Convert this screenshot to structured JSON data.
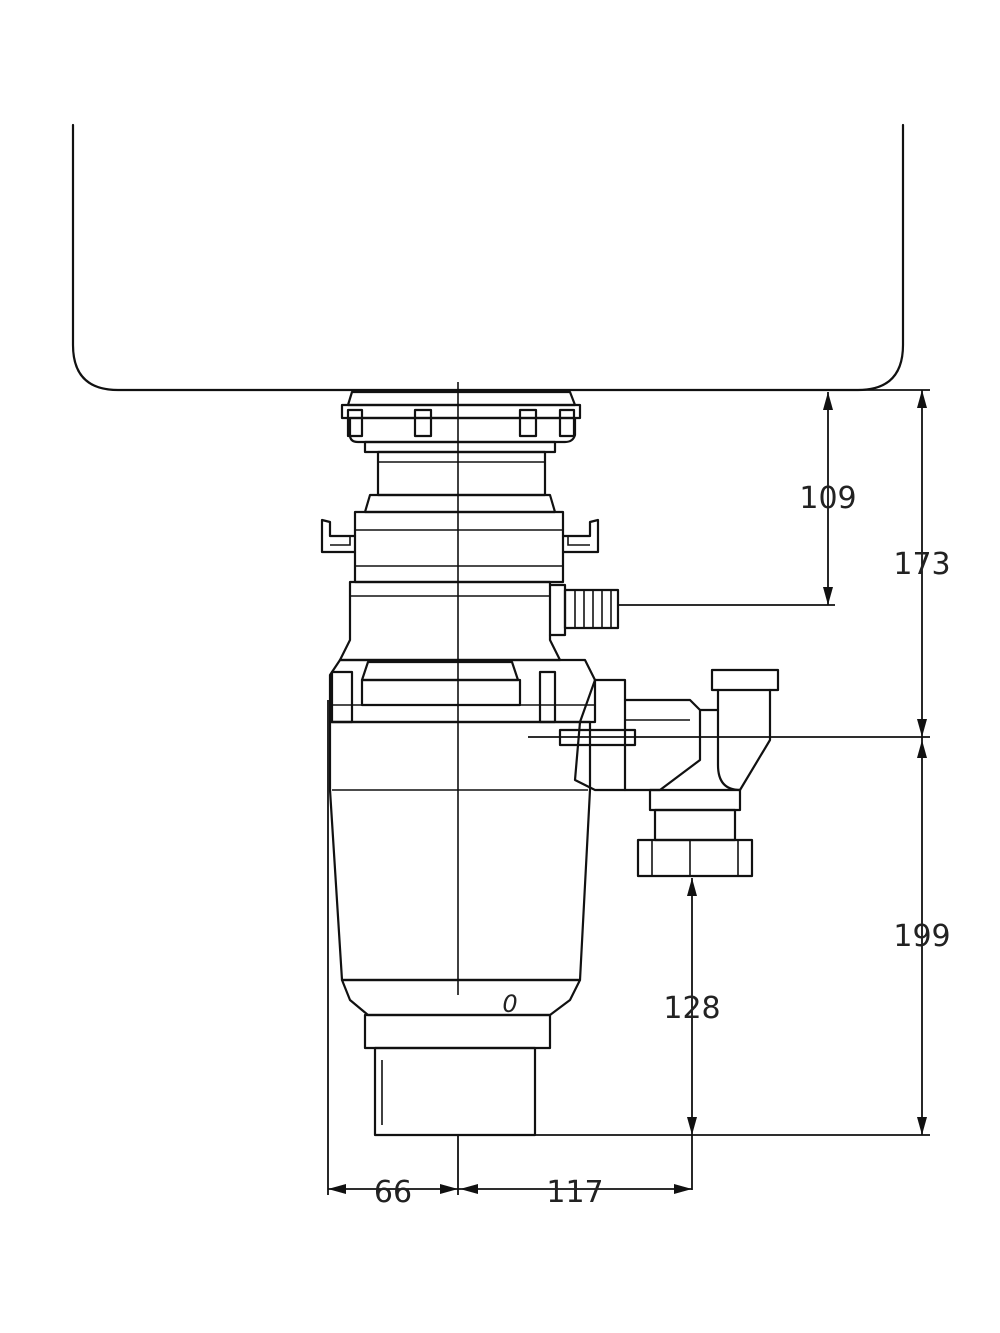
{
  "dimensions": {
    "sink_to_inlet": "109",
    "sink_to_outlet_axis": "173",
    "outlet_axis_to_bottom": "199",
    "bottom_to_trap_nut": "128",
    "body_edge_to_axis": "66",
    "axis_to_trap": "117"
  },
  "part_mark": "0",
  "colors": {
    "line": "#111111",
    "background": "#ffffff"
  }
}
